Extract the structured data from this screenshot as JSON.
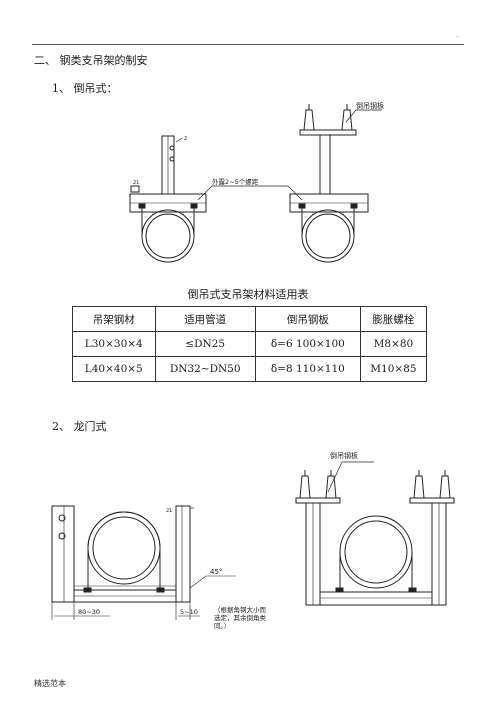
{
  "page": {
    "corner_mark": ".",
    "section_heading": "二、   钢类支吊架的制安",
    "item1_heading": "1、     倒吊式：",
    "item2_heading": "2、      龙门式",
    "footer": "精选范本"
  },
  "drawing1": {
    "plate_label": "倒吊钢板",
    "bolt_note": "外露2~5个螺距"
  },
  "table": {
    "caption": "倒吊式支吊架材料适用表",
    "headers": [
      "吊架钢材",
      "适用管道",
      "倒吊钢板",
      "膨胀螺栓"
    ],
    "rows": [
      [
        "L30×30×4",
        "≤DN25",
        "δ=6   100×100",
        "M8×80"
      ],
      [
        "L40×40×5",
        "DN32~DN50",
        "δ=8   110×110",
        "M10×85"
      ]
    ]
  },
  "drawing2": {
    "angle_label": "45°",
    "dim_left": "80~30",
    "dim_bottom": "5~10",
    "note_line1": "（根据角钢大小而",
    "note_line2": "选定，其余倒角类",
    "note_line3": "同。）",
    "plate_label": "倒吊钢板"
  }
}
